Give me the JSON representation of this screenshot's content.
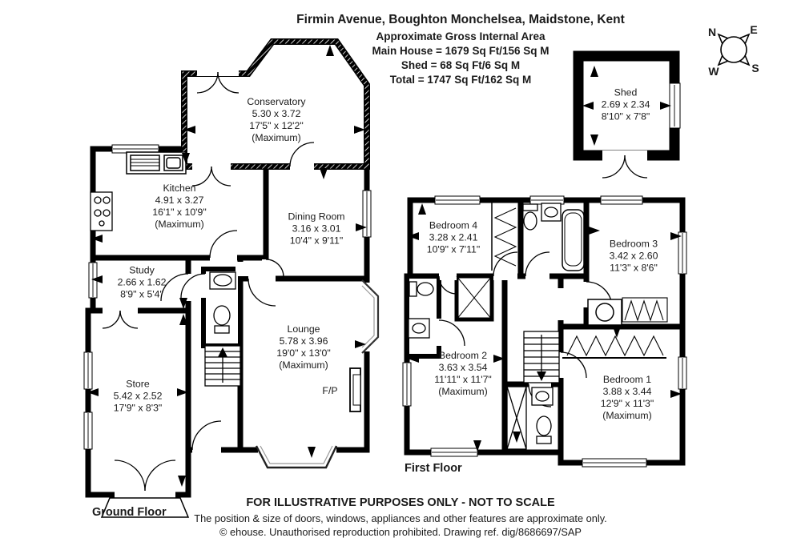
{
  "header": {
    "title": "Firmin Avenue, Boughton Monchelsea, Maidstone, Kent",
    "subtitle": "Approximate Gross Internal Area",
    "area_main": "Main House = 1679 Sq Ft/156 Sq M",
    "area_shed": "Shed = 68 Sq Ft/6 Sq M",
    "area_total": "Total = 1747 Sq Ft/162 Sq M"
  },
  "compass": {
    "n": "N",
    "e": "E",
    "s": "S",
    "w": "W"
  },
  "shed": {
    "name": "Shed",
    "metric": "2.69 x 2.34",
    "imperial": "8'10\" x 7'8\""
  },
  "ground_floor": {
    "label": "Ground Floor",
    "rooms": {
      "conservatory": {
        "name": "Conservatory",
        "metric": "5.30 x 3.72",
        "imperial": "17'5\" x 12'2\"",
        "note": "(Maximum)"
      },
      "kitchen": {
        "name": "Kitchen",
        "metric": "4.91 x 3.27",
        "imperial": "16'1\" x 10'9\"",
        "note": "(Maximum)"
      },
      "dining": {
        "name": "Dining Room",
        "metric": "3.16 x 3.01",
        "imperial": "10'4\" x 9'11\""
      },
      "study": {
        "name": "Study",
        "metric": "2.66 x 1.62",
        "imperial": "8'9\" x 5'4\""
      },
      "store": {
        "name": "Store",
        "metric": "5.42 x 2.52",
        "imperial": "17'9\" x 8'3\""
      },
      "lounge": {
        "name": "Lounge",
        "metric": "5.78 x 3.96",
        "imperial": "19'0\" x 13'0\"",
        "note": "(Maximum)"
      },
      "fireplace": "F/P"
    }
  },
  "first_floor": {
    "label": "First Floor",
    "rooms": {
      "bedroom4": {
        "name": "Bedroom 4",
        "metric": "3.28 x 2.41",
        "imperial": "10'9\" x 7'11\""
      },
      "bedroom3": {
        "name": "Bedroom 3",
        "metric": "3.42 x 2.60",
        "imperial": "11'3\" x 8'6\""
      },
      "bedroom2": {
        "name": "Bedroom 2",
        "metric": "3.63 x 3.54",
        "imperial": "11'11\" x 11'7\"",
        "note": "(Maximum)"
      },
      "bedroom1": {
        "name": "Bedroom 1",
        "metric": "3.88 x 3.44",
        "imperial": "12'9\" x 11'3\"",
        "note": "(Maximum)"
      }
    }
  },
  "footer": {
    "line1": "FOR ILLUSTRATIVE PURPOSES ONLY - NOT TO SCALE",
    "line2": "The position & size of doors, windows, appliances and other features are approximate only.",
    "line3": "© ehouse. Unauthorised reproduction prohibited. Drawing ref. dig/8686697/SAP"
  }
}
